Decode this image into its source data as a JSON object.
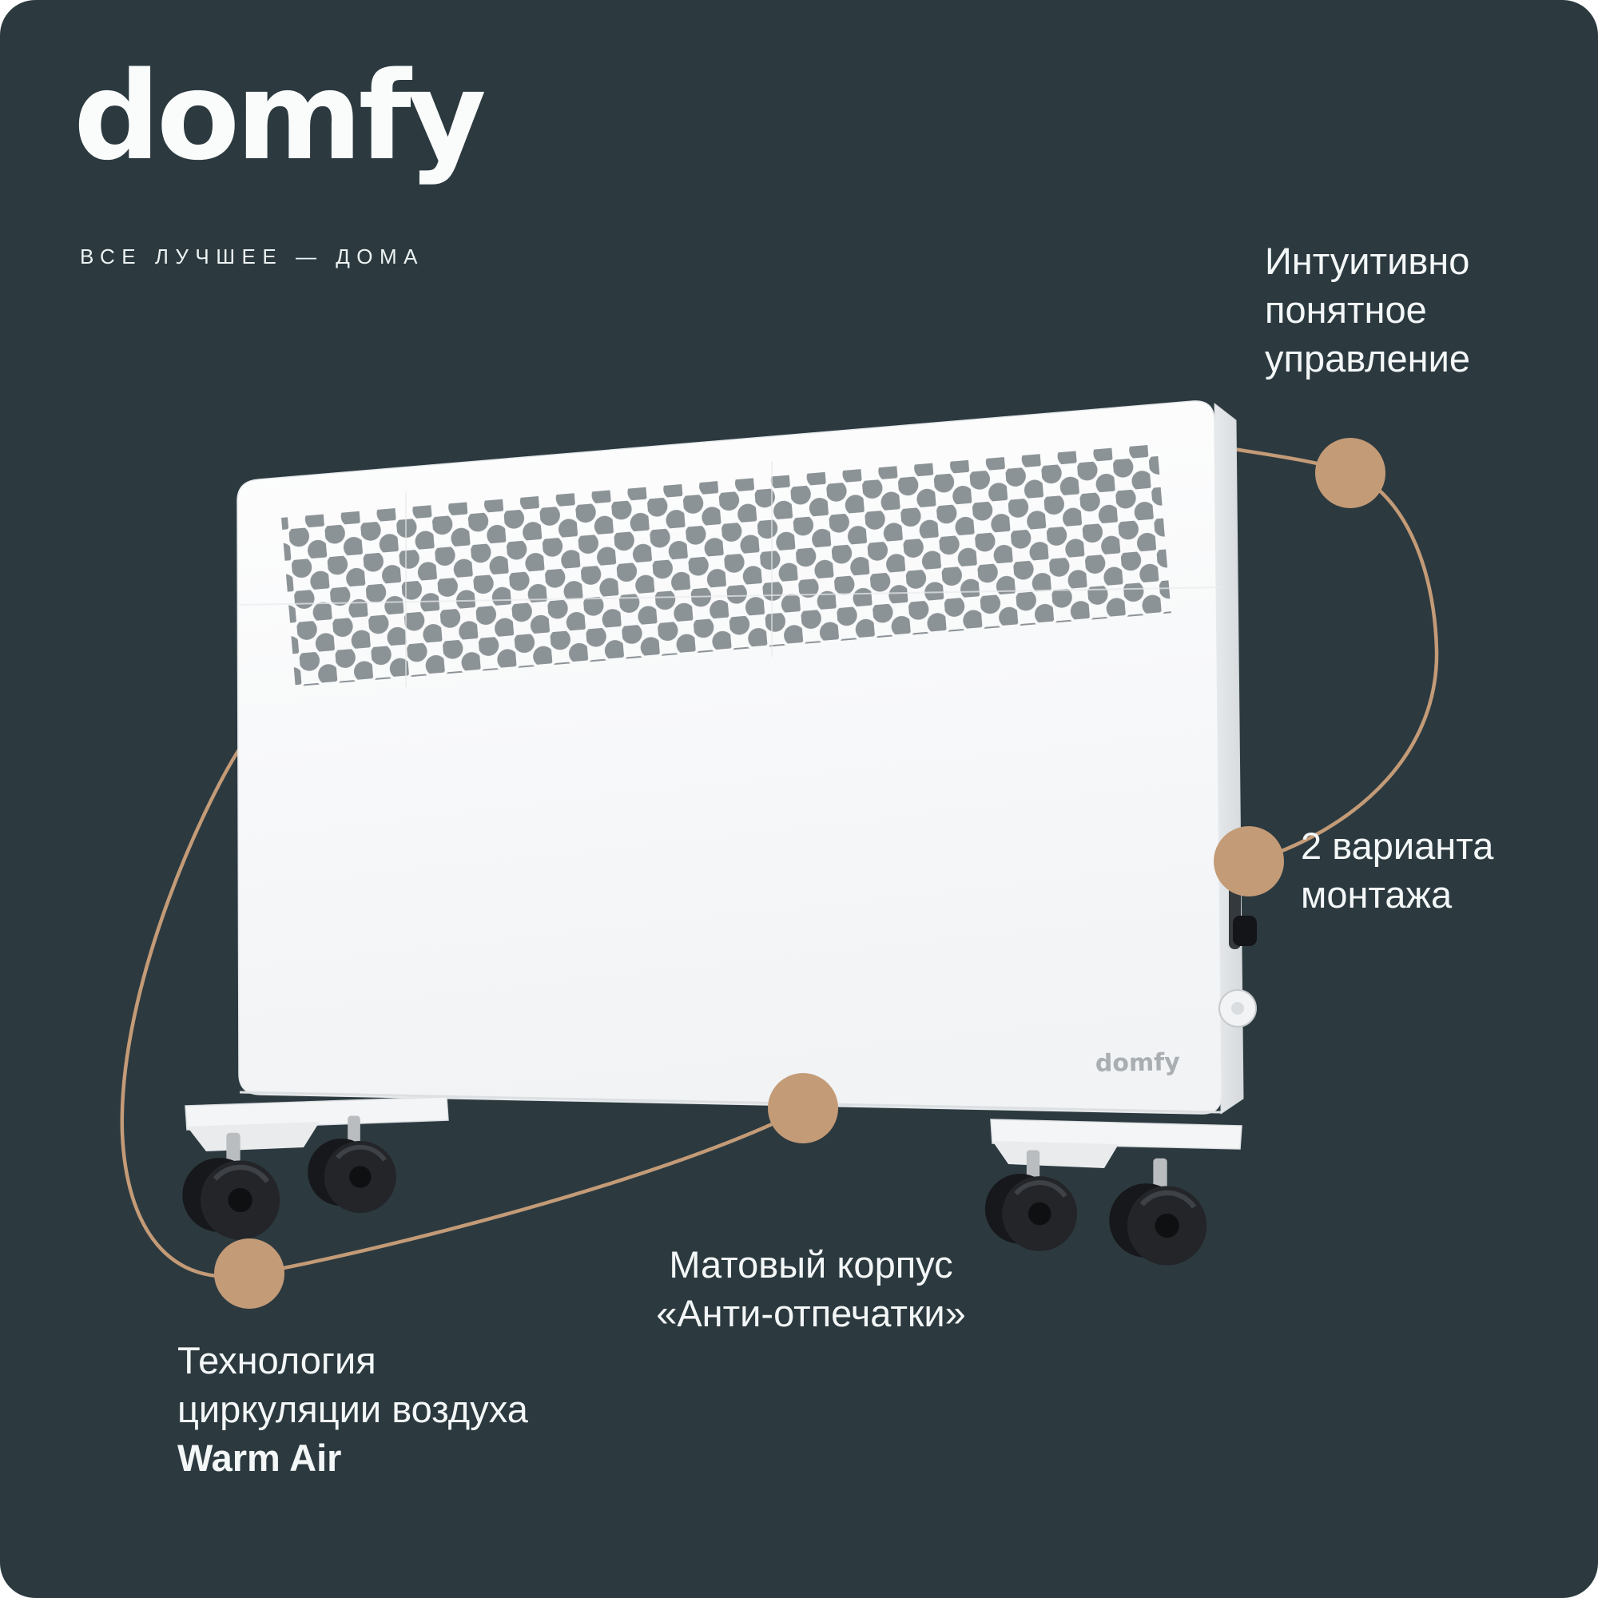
{
  "colors": {
    "background": "#2C3A40",
    "accent": "#C49B77",
    "text": "#F4F7F7"
  },
  "brand": {
    "logo_text": "domfy",
    "tagline": "ВСЕ ЛУЧШЕЕ — ДОМА"
  },
  "device": {
    "badge_text": "domfy"
  },
  "callouts": {
    "controls": {
      "lines": [
        "Интуитивно",
        "понятное",
        "управление"
      ]
    },
    "mounting": {
      "lines": [
        "2 варианта",
        "монтажа"
      ]
    },
    "matte": {
      "lines": [
        "Матовый корпус",
        "«Анти-отпечатки»"
      ]
    },
    "warm_air": {
      "lines": [
        "Технология",
        "циркуляции воздуха"
      ],
      "highlight": "Warm Air"
    }
  }
}
